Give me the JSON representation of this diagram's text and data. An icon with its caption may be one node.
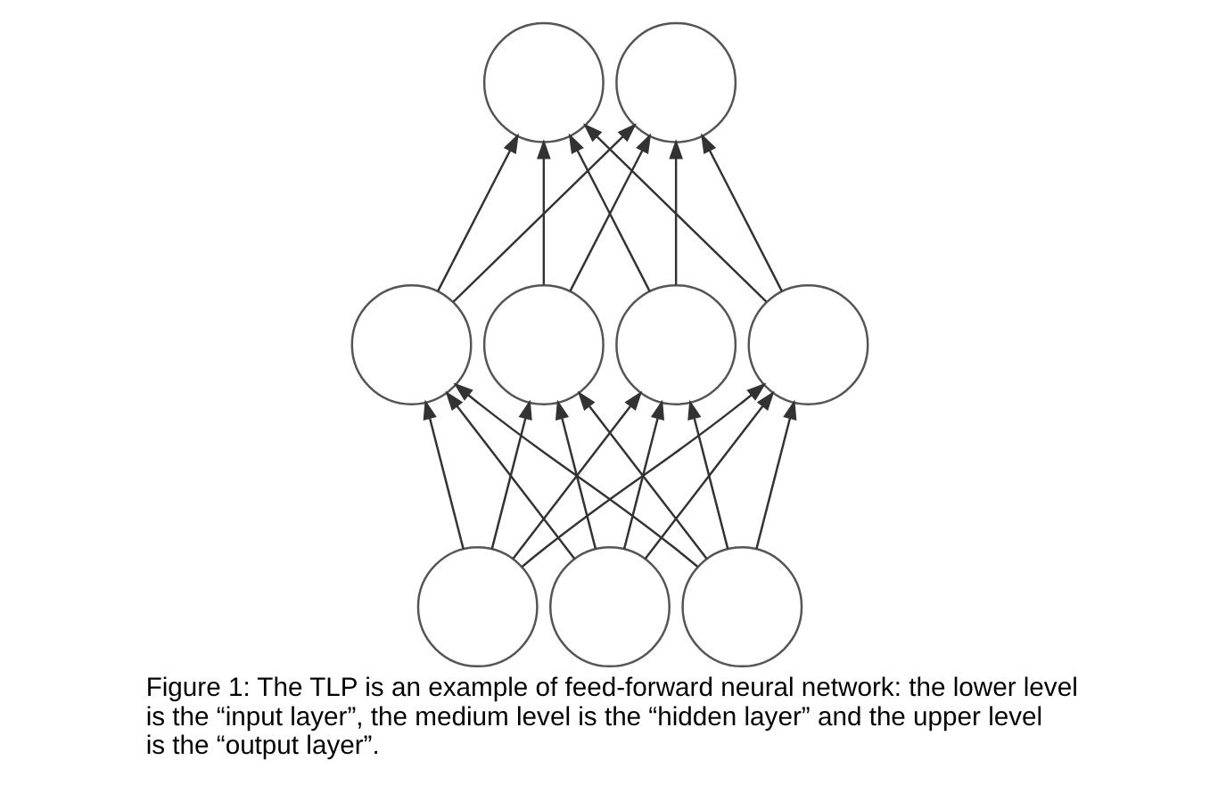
{
  "diagram": {
    "caption": "Figure 1: The TLP is an example of feed-forward neural network: the lower level is the “input layer”, the medium level is the “hidden layer” and the upper level is the “output layer”.",
    "nodes": [
      {
        "text": [],
        "shape": "circle"
      },
      {
        "text": [],
        "shape": "circle"
      },
      {
        "text": [],
        "shape": "circle"
      },
      {
        "text": [],
        "shape": "circle"
      },
      {
        "text": [],
        "shape": "circle"
      },
      {
        "text": [],
        "shape": "circle"
      },
      {
        "text": [],
        "shape": "circle"
      },
      {
        "text": [],
        "shape": "circle"
      },
      {
        "text": [],
        "shape": "circle"
      }
    ],
    "edges": [
      {
        "from": 6,
        "to": 2,
        "arrow": "to"
      },
      {
        "from": 6,
        "to": 3,
        "arrow": "to"
      },
      {
        "from": 6,
        "to": 4,
        "arrow": "to"
      },
      {
        "from": 6,
        "to": 5,
        "arrow": "to"
      },
      {
        "from": 7,
        "to": 2,
        "arrow": "to"
      },
      {
        "from": 7,
        "to": 3,
        "arrow": "to"
      },
      {
        "from": 7,
        "to": 4,
        "arrow": "to"
      },
      {
        "from": 7,
        "to": 5,
        "arrow": "to"
      },
      {
        "from": 8,
        "to": 2,
        "arrow": "to"
      },
      {
        "from": 8,
        "to": 3,
        "arrow": "to"
      },
      {
        "from": 8,
        "to": 4,
        "arrow": "to"
      },
      {
        "from": 8,
        "to": 5,
        "arrow": "to"
      },
      {
        "from": 2,
        "to": 0,
        "arrow": "to"
      },
      {
        "from": 2,
        "to": 1,
        "arrow": "to"
      },
      {
        "from": 3,
        "to": 0,
        "arrow": "to"
      },
      {
        "from": 3,
        "to": 1,
        "arrow": "to"
      },
      {
        "from": 4,
        "to": 0,
        "arrow": "to"
      },
      {
        "from": 4,
        "to": 1,
        "arrow": "to"
      },
      {
        "from": 5,
        "to": 0,
        "arrow": "to"
      },
      {
        "from": 5,
        "to": 1,
        "arrow": "to"
      }
    ]
  }
}
